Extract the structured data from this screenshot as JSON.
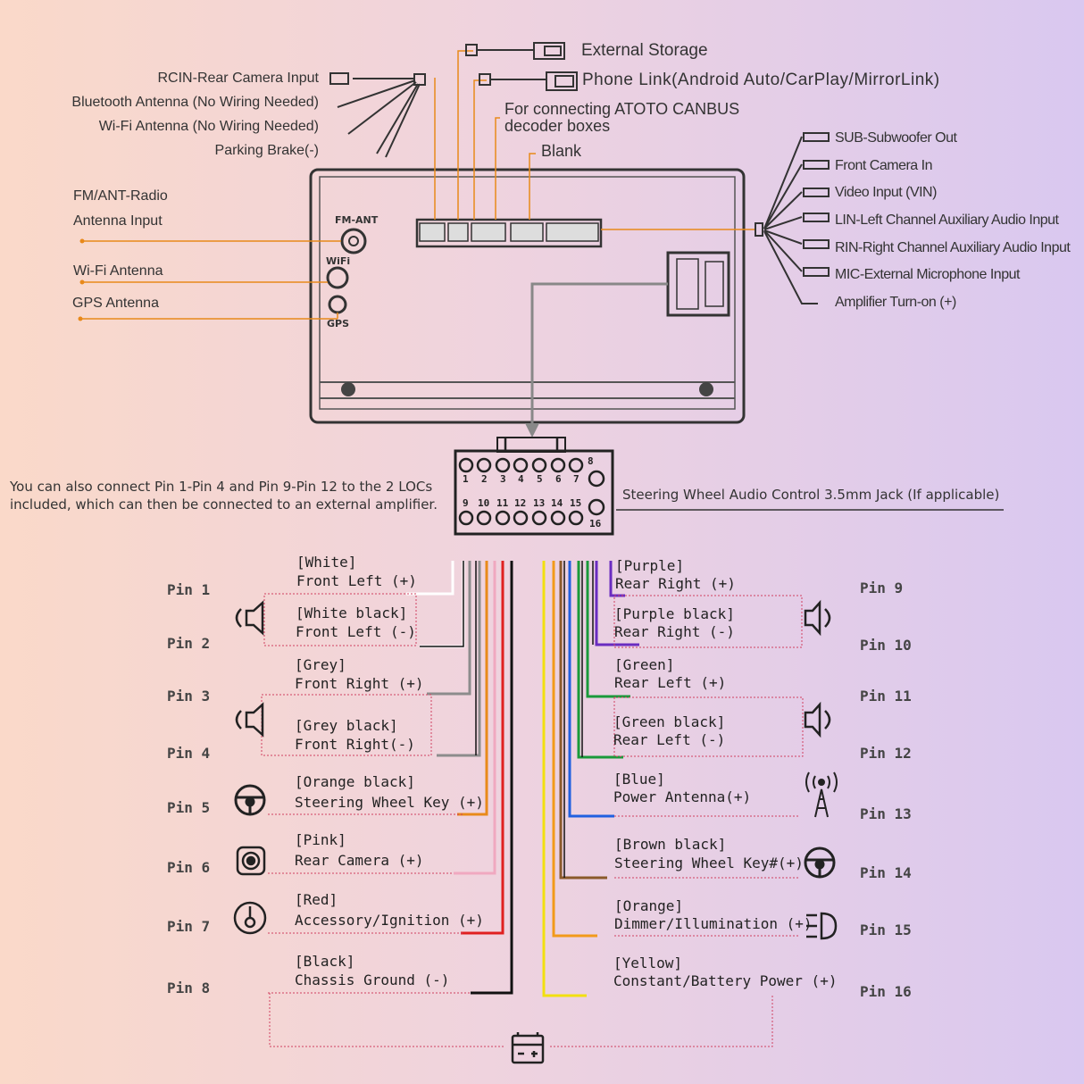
{
  "top_connectors": {
    "external_storage": "External Storage",
    "phone_link": "Phone Link(Android Auto/CarPlay/MirrorLink)",
    "canbus_line1": "For connecting ATOTO CANBUS",
    "canbus_line2": "decoder boxes",
    "blank": "Blank"
  },
  "left_harness": {
    "rcin": "RCIN-Rear Camera Input",
    "bluetooth": "Bluetooth Antenna (No Wiring Needed)",
    "wifi": "Wi-Fi Antenna (No Wiring Needed)",
    "parking": "Parking Brake(-)"
  },
  "antennas": {
    "fm_line1": "FM/ANT-Radio",
    "fm_line2": "Antenna Input",
    "wifi": "Wi-Fi Antenna",
    "gps": "GPS Antenna"
  },
  "unit_labels": {
    "fm_ant": "FM-ANT",
    "wifi": "WiFi",
    "gps": "GPS"
  },
  "right_harness": [
    "SUB-Subwoofer Out",
    "Front Camera In",
    "Video Input (VIN)",
    "LIN-Left Channel Auxiliary Audio Input",
    "RIN-Right Channel Auxiliary Audio Input",
    "MIC-External Microphone Input",
    "Amplifier Turn-on (+)"
  ],
  "note_line1": "You can also connect Pin 1-Pin 4 and Pin 9-Pin 12 to the 2 LOCs",
  "note_line2": "included, which can then be connected to an external amplifier.",
  "steering_jack": "Steering Wheel Audio Control 3.5mm Jack (If applicable)",
  "connector_numbers": {
    "top": [
      "1",
      "2",
      "3",
      "4",
      "5",
      "6",
      "7"
    ],
    "pin8": "8",
    "bottom": [
      "9",
      "10",
      "11",
      "12",
      "13",
      "14",
      "15"
    ],
    "pin16": "16"
  },
  "left_pins": [
    {
      "pin": "Pin 1",
      "color": "[White]",
      "func": "Front Left (+)",
      "hex": "#ffffff"
    },
    {
      "pin": "Pin 2",
      "color": "[White black]",
      "func": "Front Left (-)",
      "hex": "#ffffff"
    },
    {
      "pin": "Pin 3",
      "color": "[Grey]",
      "func": "Front Right (+)",
      "hex": "#8c8c8c"
    },
    {
      "pin": "Pin 4",
      "color": "[Grey black]",
      "func": "Front Right(-)",
      "hex": "#8c8c8c"
    },
    {
      "pin": "Pin 5",
      "color": "[Orange black]",
      "func": "Steering Wheel Key (+)",
      "hex": "#e88a1a"
    },
    {
      "pin": "Pin 6",
      "color": "[Pink]",
      "func": "Rear Camera (+)",
      "hex": "#f0a8c0"
    },
    {
      "pin": "Pin 7",
      "color": "[Red]",
      "func": "Accessory/Ignition (+)",
      "hex": "#e02020"
    },
    {
      "pin": "Pin 8",
      "color": "[Black]",
      "func": "Chassis Ground (-)",
      "hex": "#111111"
    }
  ],
  "right_pins": [
    {
      "pin": "Pin 9",
      "color": "[Purple]",
      "func": "Rear Right (+)",
      "hex": "#6a2cc0"
    },
    {
      "pin": "Pin 10",
      "color": "[Purple black]",
      "func": "Rear Right (-)",
      "hex": "#6a2cc0"
    },
    {
      "pin": "Pin 11",
      "color": "[Green]",
      "func": "Rear Left (+)",
      "hex": "#1a9a3a"
    },
    {
      "pin": "Pin 12",
      "color": "[Green black]",
      "func": "Rear Left (-)",
      "hex": "#1a9a3a"
    },
    {
      "pin": "Pin 13",
      "color": "[Blue]",
      "func": "Power Antenna(+)",
      "hex": "#2060e0"
    },
    {
      "pin": "Pin 14",
      "color": "[Brown black]",
      "func": "Steering Wheel Key#(+)",
      "hex": "#8a5a2a"
    },
    {
      "pin": "Pin 15",
      "color": "[Orange]",
      "func": "Dimmer/Illumination (+)",
      "hex": "#f29a1a"
    },
    {
      "pin": "Pin 16",
      "color": "[Yellow]",
      "func": "Constant/Battery Power (+)",
      "hex": "#f2e010"
    }
  ],
  "accent": "#e8891a"
}
